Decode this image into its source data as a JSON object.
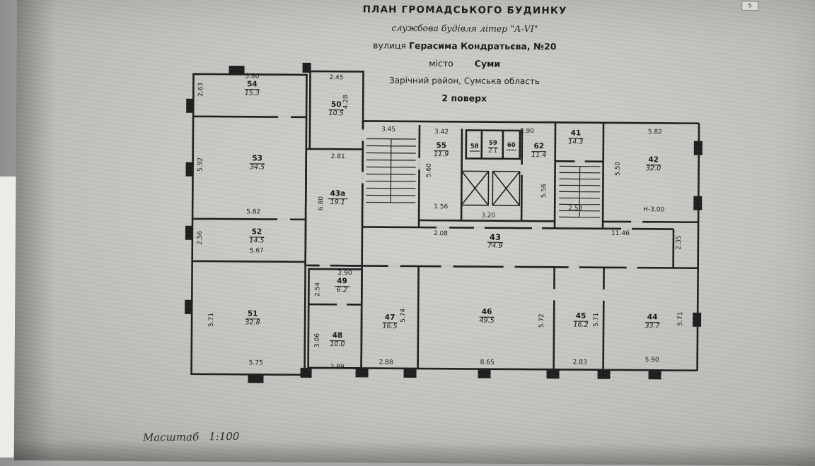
{
  "colors": {
    "ink": "#1f1f1f",
    "paper": "#c8c6c2"
  },
  "page_tab": {
    "number": "5"
  },
  "header": {
    "title": "ПЛАН  ГРОМАДСЬКОГО  БУДИНКУ",
    "subtitle": "службова будівля літер \"А-VI\"",
    "street_label": "вулиця",
    "street": "Герасима Кондратьєва, №20",
    "city_label": "місто",
    "city": "Суми",
    "district": "Зарічний район, Сумська область",
    "floor": "2 поверх"
  },
  "footer": {
    "scale_label": "Масштаб",
    "scale_value": "1:100"
  },
  "rooms": [
    {
      "number": "54",
      "area": "15.3"
    },
    {
      "number": "50",
      "area": "10.5"
    },
    {
      "number": "53",
      "area": "34.5"
    },
    {
      "number": "43а",
      "area": "19.1"
    },
    {
      "number": "52",
      "area": "14.5"
    },
    {
      "number": "55",
      "area": "11.9"
    },
    {
      "number": "58",
      "area": ""
    },
    {
      "number": "59",
      "area": "2.1"
    },
    {
      "number": "60",
      "area": ""
    },
    {
      "number": "62",
      "area": "11.4"
    },
    {
      "number": "41",
      "area": "14.3"
    },
    {
      "number": "42",
      "area": "32.0"
    },
    {
      "number": "43",
      "area": "74.9"
    },
    {
      "number": "49",
      "area": "6.2"
    },
    {
      "number": "51",
      "area": "32.8"
    },
    {
      "number": "48",
      "area": "10.0"
    },
    {
      "number": "47",
      "area": "16.5"
    },
    {
      "number": "46",
      "area": "49.5"
    },
    {
      "number": "45",
      "area": "16.2"
    },
    {
      "number": "44",
      "area": "33.7"
    }
  ],
  "dims": [
    {
      "t": "5.80"
    },
    {
      "t": "2.63"
    },
    {
      "t": "2.45"
    },
    {
      "t": "4.28"
    },
    {
      "t": "5.92"
    },
    {
      "t": "5.82"
    },
    {
      "t": "2.81"
    },
    {
      "t": "6.80"
    },
    {
      "t": "2.56"
    },
    {
      "t": "5.67"
    },
    {
      "t": "3.45"
    },
    {
      "t": "3.42"
    },
    {
      "t": "2.90"
    },
    {
      "t": "5.82"
    },
    {
      "t": "5.60"
    },
    {
      "t": "1.56"
    },
    {
      "t": "3.20"
    },
    {
      "t": "5.56"
    },
    {
      "t": "2.58"
    },
    {
      "t": "5.50"
    },
    {
      "t": "Н-3.00"
    },
    {
      "t": "2.08"
    },
    {
      "t": "11.46"
    },
    {
      "t": "2.35"
    },
    {
      "t": "2.90"
    },
    {
      "t": "2.54"
    },
    {
      "t": "5.71"
    },
    {
      "t": "5.75"
    },
    {
      "t": "3.06"
    },
    {
      "t": "2.89"
    },
    {
      "t": "2.88"
    },
    {
      "t": "5.74"
    },
    {
      "t": "8.65"
    },
    {
      "t": "5.72"
    },
    {
      "t": "2.83"
    },
    {
      "t": "5.71"
    },
    {
      "t": "5.90"
    },
    {
      "t": "5.71"
    }
  ]
}
